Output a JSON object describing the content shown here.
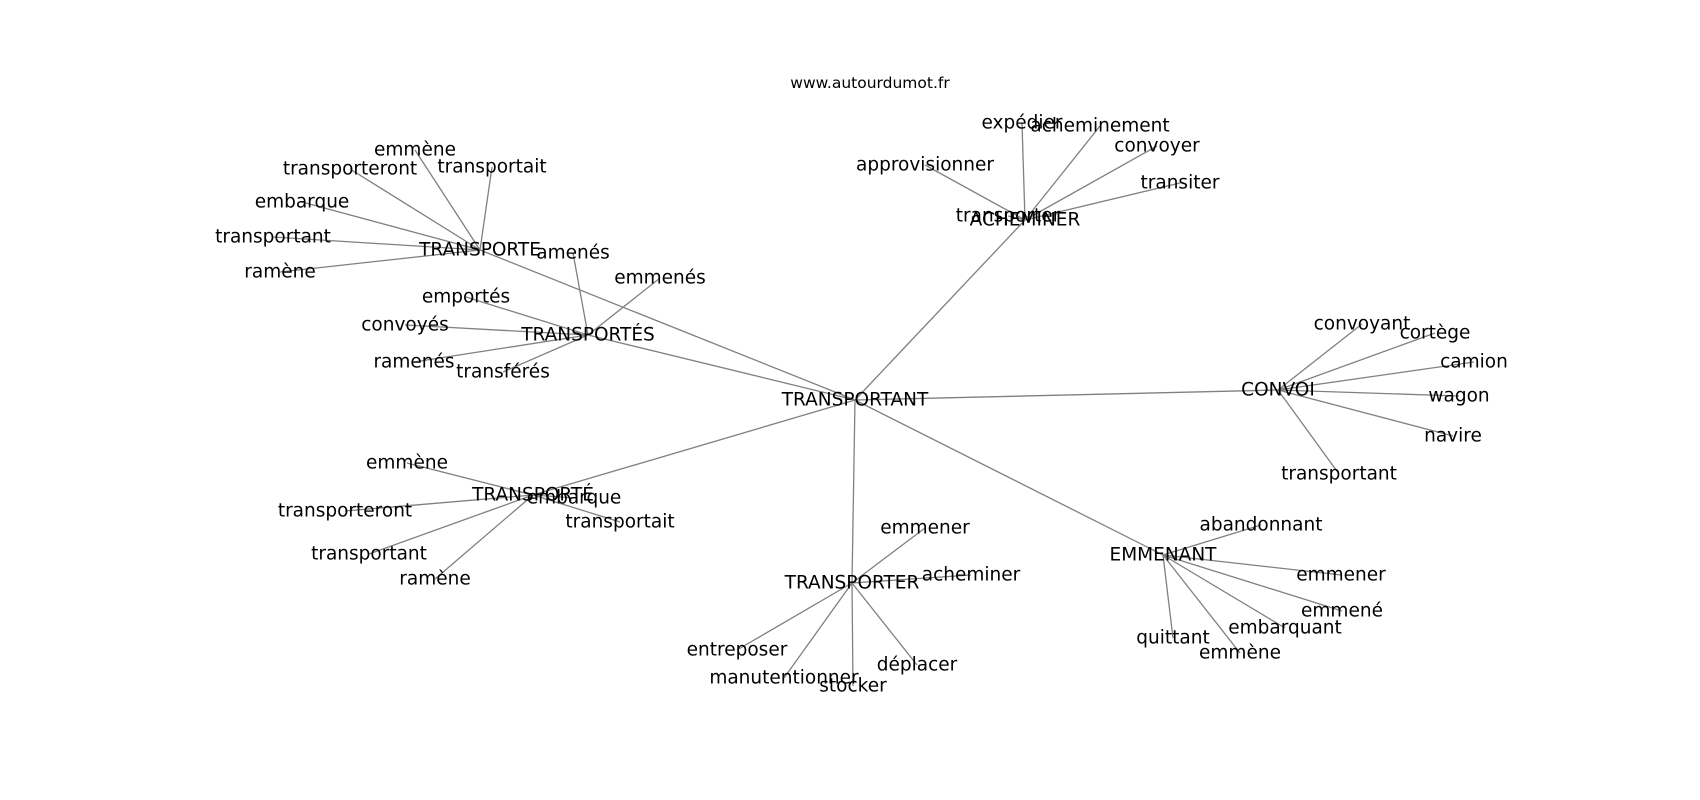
{
  "source": "www.autourdumot.fr",
  "center": "TRANSPORTANT",
  "hubs": [
    {
      "key": "acheminer",
      "label": "ACHEMINER",
      "leaves": [
        "expédier",
        "acheminement",
        "convoyer",
        "approvisionner",
        "transiter",
        "transporter"
      ]
    },
    {
      "key": "transporte",
      "label": "TRANSPORTE",
      "leaves": [
        "emmène",
        "transporteront",
        "transportait",
        "embarque",
        "transportant",
        "ramène"
      ]
    },
    {
      "key": "transportes",
      "label": "TRANSPORTÉS",
      "leaves": [
        "amenés",
        "emmenés",
        "emportés",
        "convoyés",
        "ramenés",
        "transférés"
      ]
    },
    {
      "key": "convoi",
      "label": "CONVOI",
      "leaves": [
        "convoyant",
        "cortège",
        "camion",
        "wagon",
        "navire",
        "transportant"
      ]
    },
    {
      "key": "transporte2",
      "label": "TRANSPORTÉ",
      "leaves": [
        "emmène",
        "transporteront",
        "embarque",
        "transportait",
        "transportant",
        "ramène"
      ]
    },
    {
      "key": "transporter",
      "label": "TRANSPORTER",
      "leaves": [
        "emmener",
        "acheminer",
        "entreposer",
        "déplacer",
        "manutentionner",
        "stocker"
      ]
    },
    {
      "key": "emmenant",
      "label": "EMMENANT",
      "leaves": [
        "abandonnant",
        "emmener",
        "emmené",
        "embarquant",
        "quittant",
        "emmène"
      ]
    }
  ]
}
